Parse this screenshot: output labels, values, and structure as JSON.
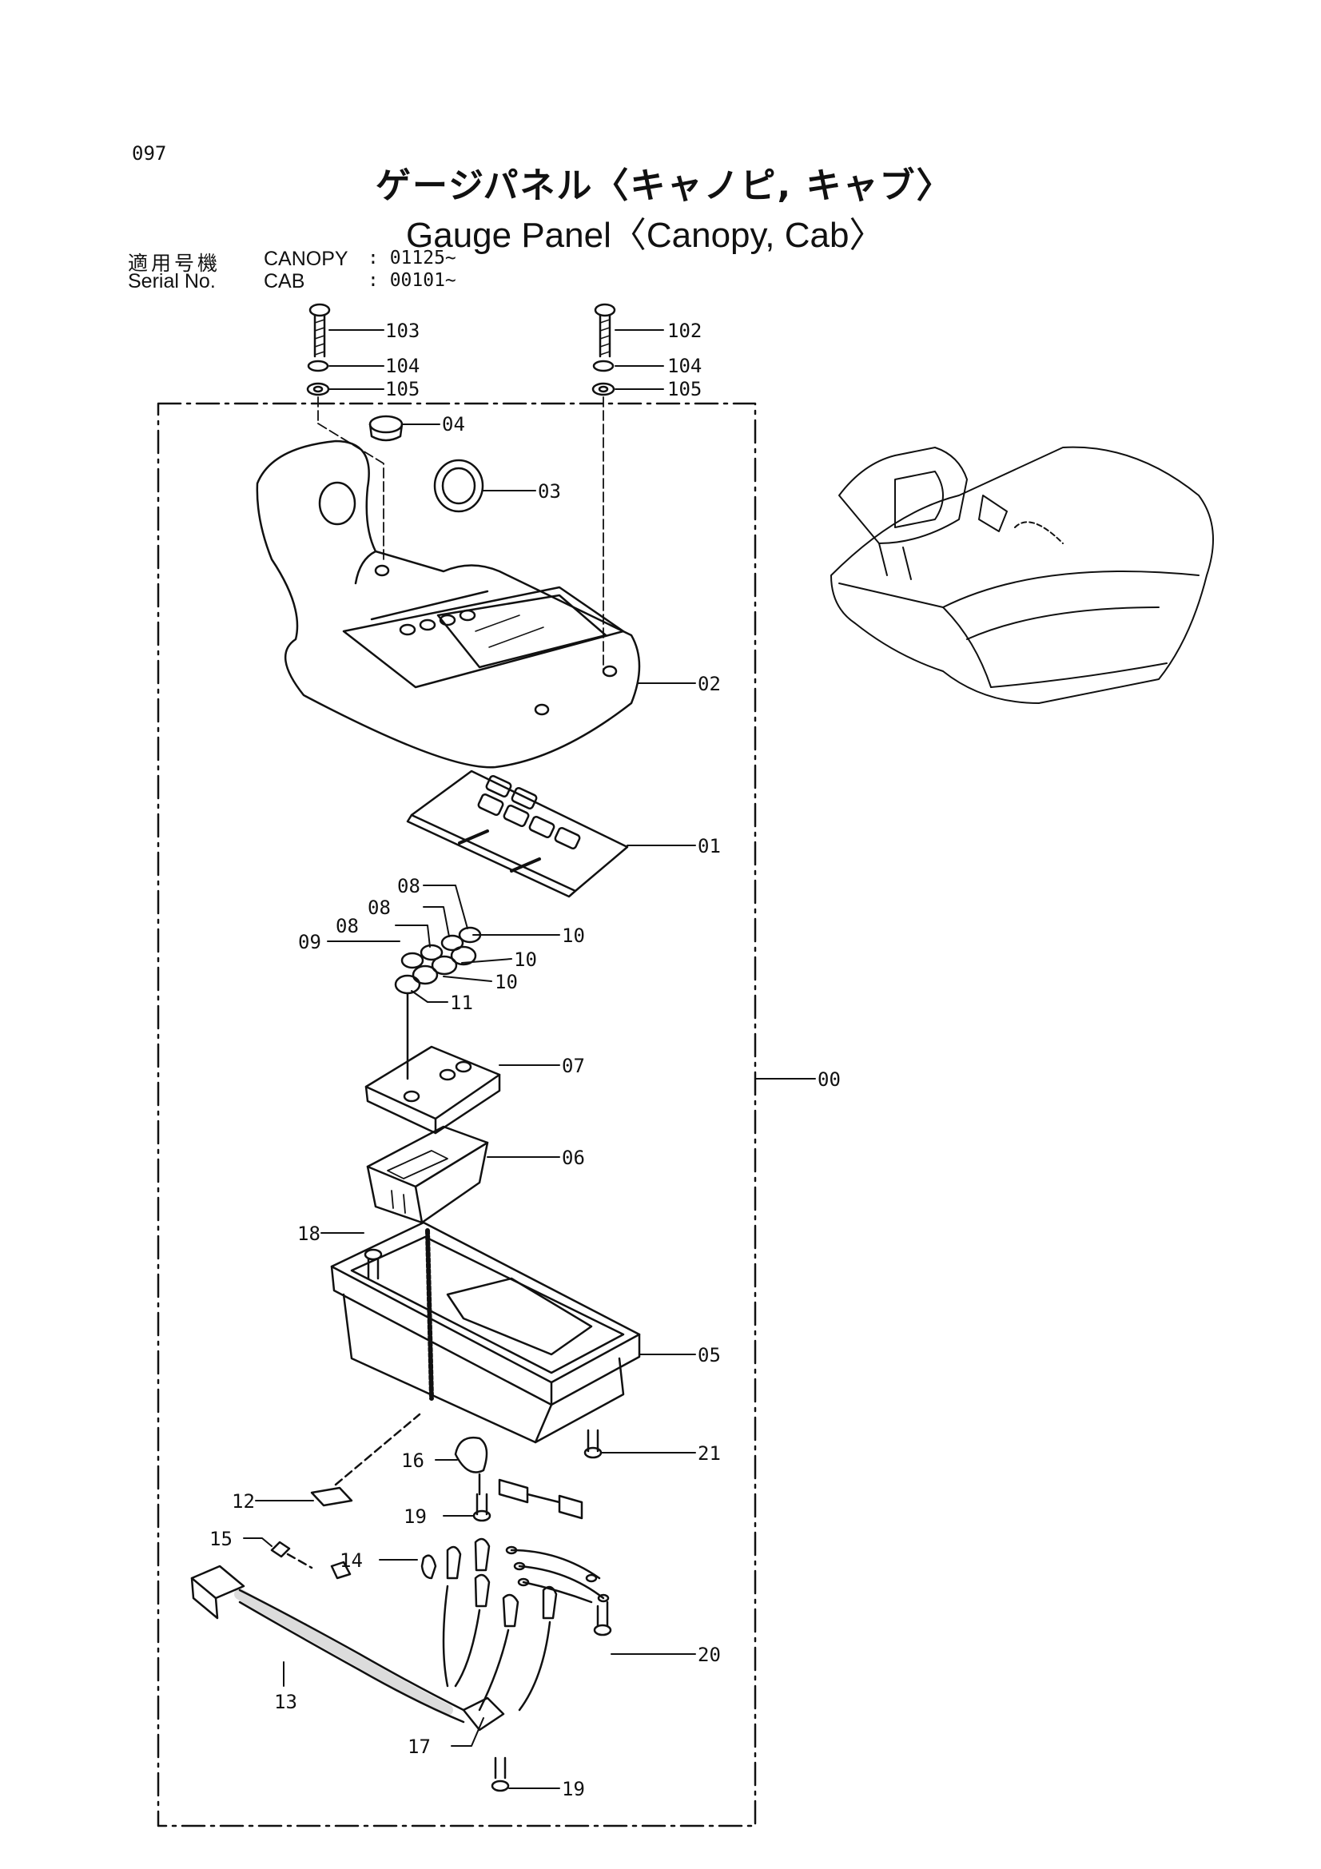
{
  "page_number": "097",
  "title_jp": "ゲージパネル〈キャノピ, キャブ〉",
  "title_en": "Gauge Panel〈Canopy, Cab〉",
  "serial": {
    "label_jp": "適用号機",
    "label_en": "Serial No.",
    "canopy_label": "CANOPY",
    "canopy_value": ": 01125~",
    "cab_label": "CAB",
    "cab_value": ": 00101~"
  },
  "parts": {
    "p103": "103",
    "p102": "102",
    "p104a": "104",
    "p104b": "104",
    "p105a": "105",
    "p105b": "105",
    "p04": "04",
    "p03": "03",
    "p02": "02",
    "p01": "01",
    "p08a": "08",
    "p08b": "08",
    "p08c": "08",
    "p09": "09",
    "p10a": "10",
    "p10b": "10",
    "p10c": "10",
    "p11": "11",
    "p07": "07",
    "p00": "00",
    "p06": "06",
    "p18": "18",
    "p05": "05",
    "p21": "21",
    "p16": "16",
    "p12": "12",
    "p19a": "19",
    "p15": "15",
    "p14": "14",
    "p20": "20",
    "p13": "13",
    "p17": "17",
    "p19b": "19"
  }
}
